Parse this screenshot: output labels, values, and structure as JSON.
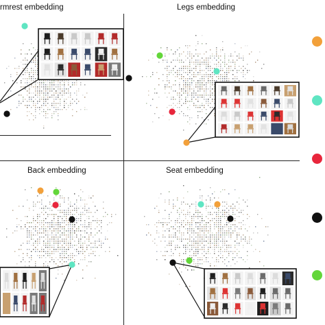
{
  "colors": {
    "orange": "#f2a03a",
    "teal": "#5fe5c2",
    "red": "#e8263c",
    "black": "#111111",
    "green": "#63d63a",
    "scatter": [
      "#6b6b6b",
      "#8a8a8a",
      "#3a3a3a",
      "#a58c6a",
      "#7a9a6a",
      "#9a7a5a",
      "#5a6a8a",
      "#c0c0c0",
      "#b59a7a",
      "#4a4a4a"
    ],
    "thumbs": [
      "#2b2b2b",
      "#8a5a3a",
      "#c9c9c9",
      "#e2e2e2",
      "#b22a2a",
      "#6a6a6a",
      "#4a3a2a",
      "#dcdcdc",
      "#a07040",
      "#3a4a6a",
      "#f0f0f0",
      "#7a7a7a",
      "#c8a070",
      "#1e1e1e",
      "#d33"
    ]
  },
  "panels": [
    {
      "id": "armrest",
      "title": "rmrest embedding",
      "points": [
        {
          "color": "teal"
        },
        {
          "color": "black"
        }
      ],
      "inset": {
        "rows": 3,
        "cols": 6
      }
    },
    {
      "id": "legs",
      "title": "Legs embedding",
      "points": [
        {
          "color": "green"
        },
        {
          "color": "teal"
        },
        {
          "color": "black"
        },
        {
          "color": "red"
        },
        {
          "color": "orange"
        }
      ],
      "inset": {
        "rows": 4,
        "cols": 6
      }
    },
    {
      "id": "back",
      "title": "Back embedding",
      "points": [
        {
          "color": "orange"
        },
        {
          "color": "green"
        },
        {
          "color": "red"
        },
        {
          "color": "black"
        },
        {
          "color": "teal"
        }
      ],
      "inset": {
        "rows": 2,
        "cols": 5
      }
    },
    {
      "id": "seat",
      "title": "Seat embedding",
      "points": [
        {
          "color": "teal"
        },
        {
          "color": "orange"
        },
        {
          "color": "black"
        },
        {
          "color": "black"
        },
        {
          "color": "green"
        }
      ],
      "inset": {
        "rows": 3,
        "cols": 7
      }
    }
  ],
  "legend": [
    {
      "color": "orange"
    },
    {
      "color": "teal"
    },
    {
      "color": "red"
    },
    {
      "color": "black"
    },
    {
      "color": "green"
    }
  ]
}
